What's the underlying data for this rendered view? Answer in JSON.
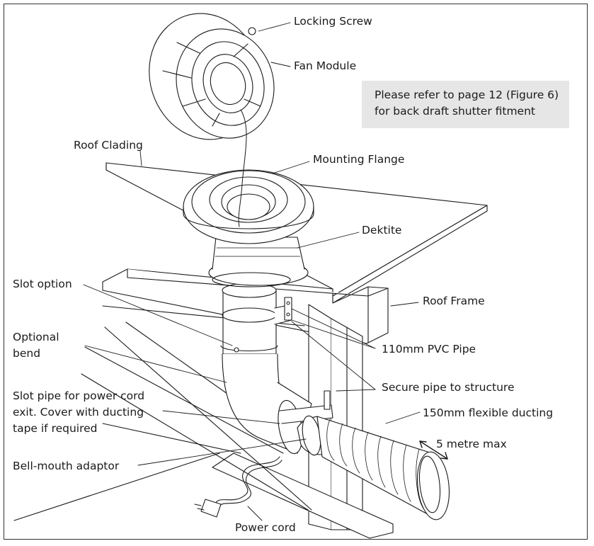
{
  "labels": {
    "locking_screw": "Locking Screw",
    "fan_module": "Fan Module",
    "roof_clading": "Roof Clading",
    "mounting_flange": "Mounting Flange",
    "dektite": "Dektite",
    "slot_option": "Slot option",
    "roof_frame": "Roof Frame",
    "optional_bend_line1": "Optional",
    "optional_bend_line2": "bend",
    "pvc_pipe": "110mm PVC Pipe",
    "secure_pipe": "Secure pipe to structure",
    "slot_pipe_line1": "Slot pipe for power cord",
    "slot_pipe_line2": "exit. Cover with ducting",
    "slot_pipe_line3": "tape if required",
    "flexible_ducting": "150mm flexible ducting",
    "metre_max": "5 metre max",
    "bell_mouth": "Bell-mouth adaptor",
    "power_cord": "Power cord"
  },
  "note": {
    "line1": "Please refer to page 12 (Figure 6)",
    "line2": "for back draft shutter fitment"
  },
  "colors": {
    "line": "#1a1a1a",
    "note_background": "#e6e6e6"
  }
}
